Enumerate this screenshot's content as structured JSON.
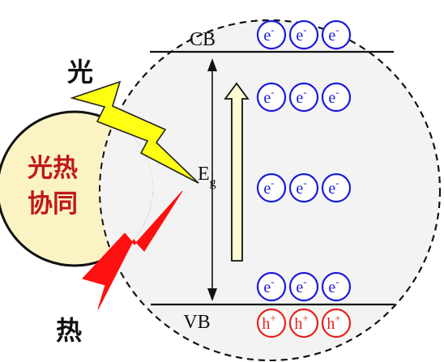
{
  "labels": {
    "light": "光",
    "heat": "热",
    "synergy_line1": "光热",
    "synergy_line2": "协同",
    "cb": "CB",
    "vb": "VB",
    "eg_main": "E",
    "eg_sub": "g",
    "electron": "e",
    "electron_sup": "-",
    "hole": "h",
    "hole_sup": "+"
  },
  "colors": {
    "electron": "#1a1adc",
    "hole": "#e8211d",
    "synergy_text": "#c0171b",
    "synergy_fill": "#fbf3c4",
    "lightning_light": "#ffff14",
    "lightning_heat": "#ff1010",
    "band_circle_fill": "#f3f3f3",
    "arrow_fill": "#fdfbd2"
  }
}
